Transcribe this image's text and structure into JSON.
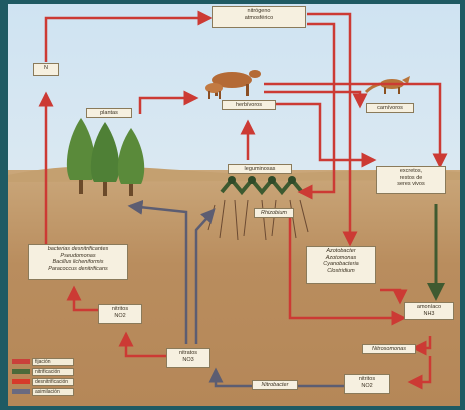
{
  "labels": {
    "nitrogen_atm": "nitrógeno\natmosférico",
    "n2": "N",
    "plants": "plantas",
    "herbivores": "herbívoros",
    "carnivores": "carnívoros",
    "remains": "excretos,\nrestos de\nseres vivos",
    "legumes": "leguminosas",
    "rhizobium": "Rhizobium",
    "denitrifying_bacteria": "bacterias desnitrificantes\nPseudomonas\nBacillus licheniformis\nParacoccus denitrificans",
    "ammonifying_bacteria": "Azotobacter\nAzotomonas\nCyanobacteria\nClostridium",
    "ammonia": "amoníaco\nNH3",
    "nitrites": "nitritos\nNO2",
    "nitrates": "nitratos\nNO3",
    "nitrosomonas": "Nitrosomonas",
    "nitrobacter": "Nitrobacter",
    "nitrites_bottom": "nitritos\nNO2"
  },
  "legend": [
    {
      "label": "fijación",
      "color": "#c9403a"
    },
    {
      "label": "nitrificación",
      "color": "#4a6a3a"
    },
    {
      "label": "desnitrificación",
      "color": "#d63a2a"
    },
    {
      "label": "asimilación",
      "color": "#6a6a80"
    }
  ]
}
